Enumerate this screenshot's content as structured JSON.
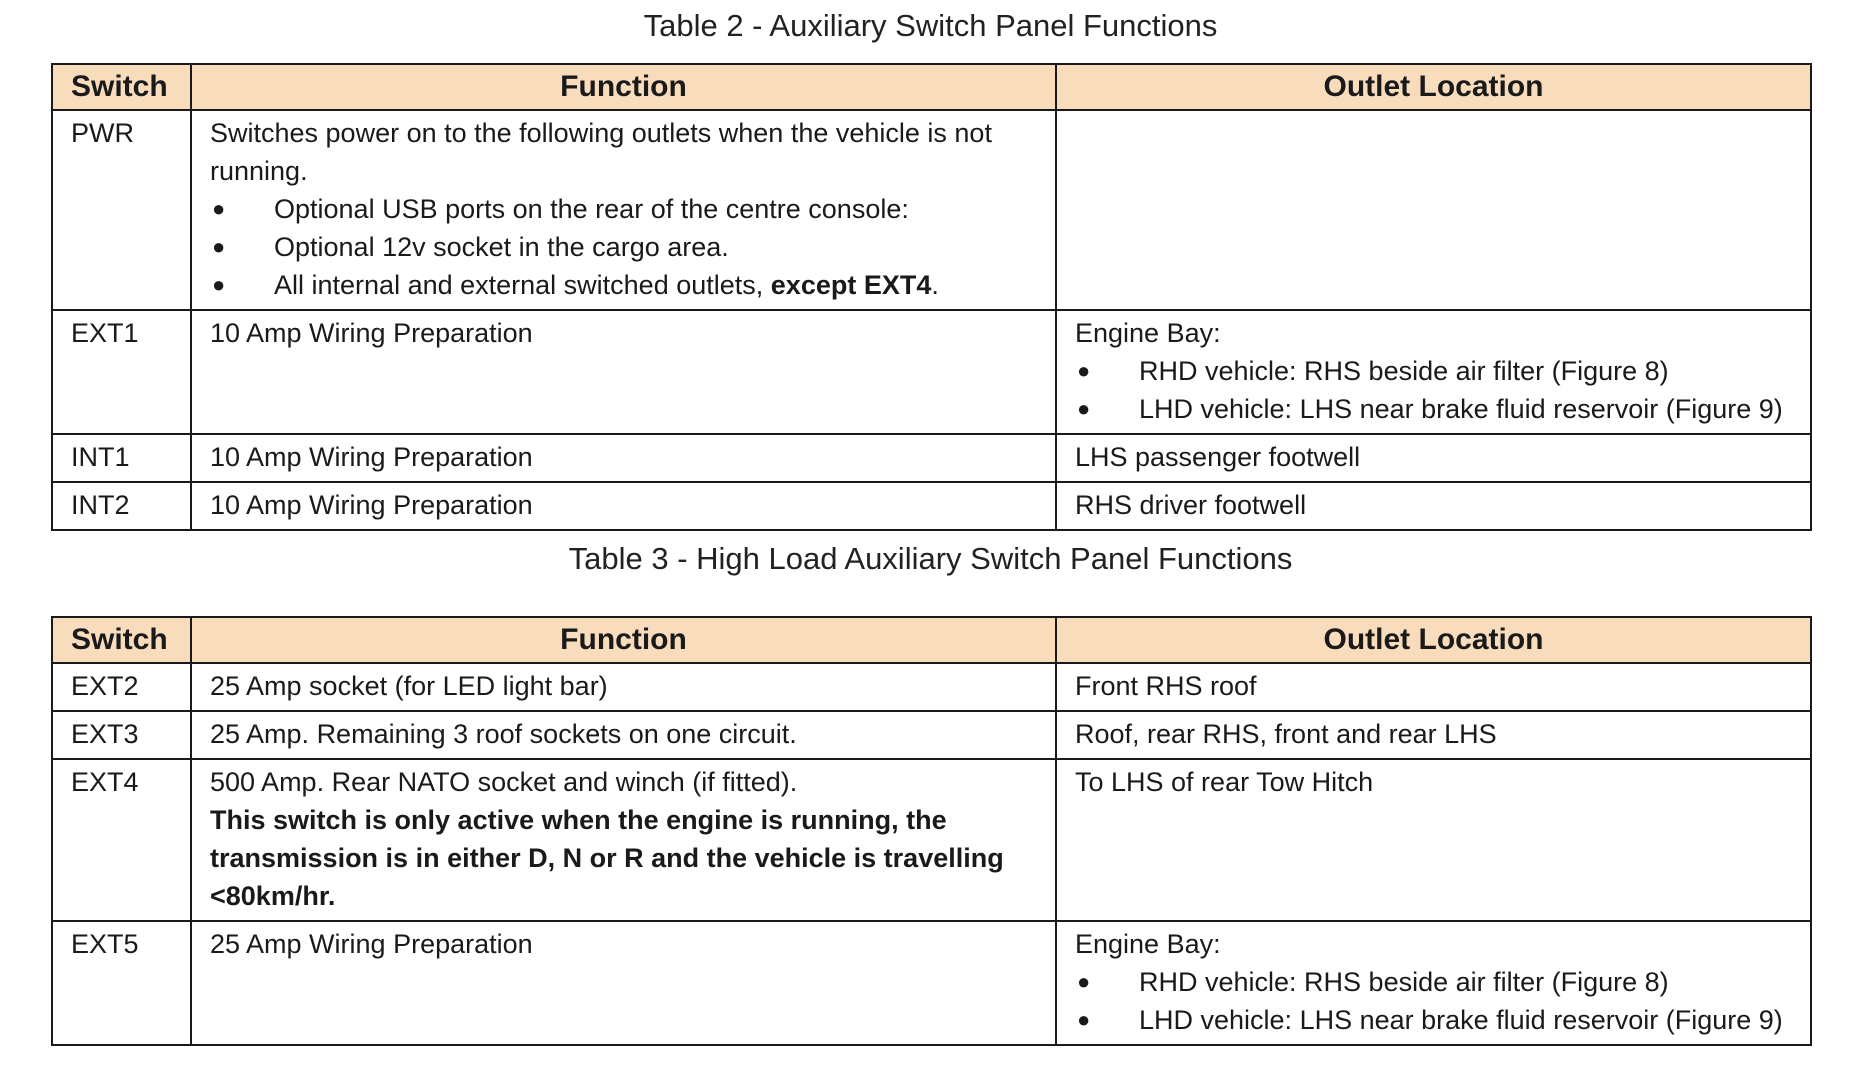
{
  "table2": {
    "caption": "Table 2 - Auxiliary Switch Panel Functions",
    "headers": [
      "Switch",
      "Function",
      "Outlet Location"
    ],
    "rows": [
      {
        "switch": "PWR",
        "function_text": "Switches power on to the following outlets when the vehicle is not running.",
        "function_bullets": [
          "Optional USB ports on the rear of the centre console:",
          "Optional 12v socket in the cargo area."
        ],
        "function_bullet3_pre": "All internal and external switched outlets, ",
        "function_bullet3_bold": "except EXT4",
        "function_bullet3_post": ".",
        "location": ""
      },
      {
        "switch": "EXT1",
        "function_text": "10 Amp Wiring Preparation",
        "location_title": "Engine Bay:",
        "location_bullets": [
          "RHD vehicle: RHS beside air filter (Figure 8)",
          "LHD vehicle: LHS near brake fluid reservoir (Figure 9)"
        ]
      },
      {
        "switch": "INT1",
        "function_text": "10 Amp Wiring Preparation",
        "location": "LHS passenger footwell"
      },
      {
        "switch": "INT2",
        "function_text": "10 Amp Wiring Preparation",
        "location": "RHS driver footwell"
      }
    ]
  },
  "table3": {
    "caption": "Table 3 - High Load Auxiliary Switch Panel Functions",
    "headers": [
      "Switch",
      "Function",
      "Outlet Location"
    ],
    "rows": [
      {
        "switch": "EXT2",
        "function_text": "25 Amp socket (for LED light bar)",
        "location": "Front RHS roof"
      },
      {
        "switch": "EXT3",
        "function_text": "25 Amp. Remaining 3 roof sockets on one circuit.",
        "location": "Roof, rear RHS, front and rear LHS"
      },
      {
        "switch": "EXT4",
        "function_text": "500  Amp. Rear NATO socket and winch (if fitted).",
        "function_bold": "This switch is only active when the engine is running, the transmission is in either D, N or R and the vehicle is travelling <80km/hr.",
        "location": "To  LHS of rear Tow Hitch"
      },
      {
        "switch": "EXT5",
        "function_text": "25 Amp Wiring Preparation",
        "location_title": "Engine Bay:",
        "location_bullets": [
          "RHD vehicle: RHS beside air filter (Figure 8)",
          "LHD vehicle: LHS near brake fluid reservoir (Figure 9)"
        ]
      }
    ]
  },
  "bullet_glyph": "●",
  "colors": {
    "header_bg": "#f9dcbc",
    "border": "#1a1a1a"
  }
}
